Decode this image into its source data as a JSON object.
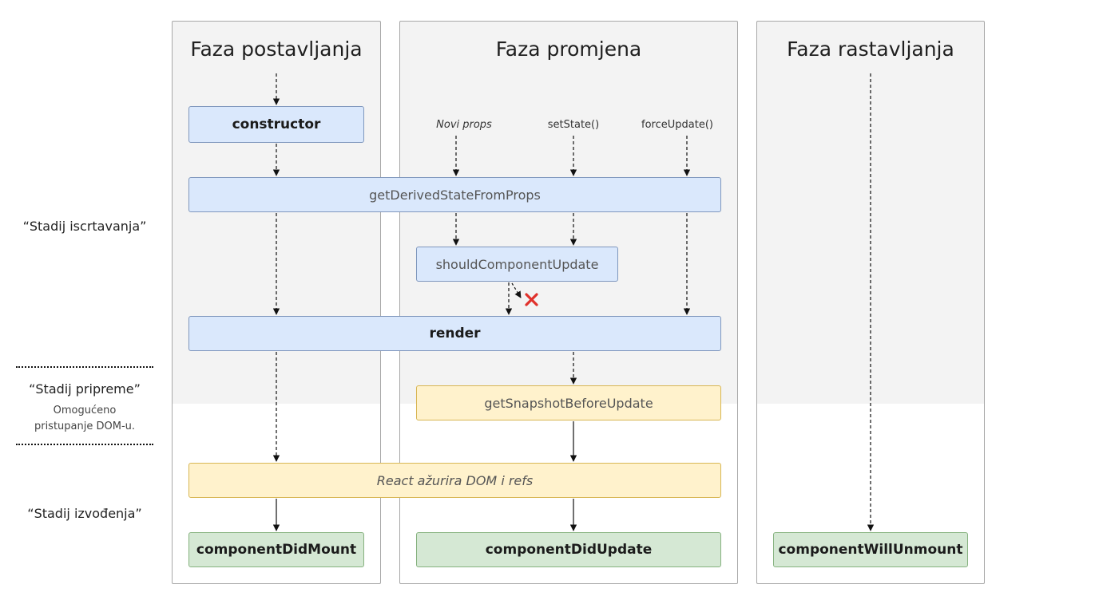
{
  "phases": {
    "mount_title": "Faza postavljanja",
    "update_title": "Faza promjena",
    "unmount_title": "Faza rastavljanja"
  },
  "triggers": {
    "new_props": "Novi props",
    "set_state": "setState()",
    "force_update": "forceUpdate()"
  },
  "methods": {
    "constructor": "constructor",
    "get_derived_state": "getDerivedStateFromProps",
    "should_component_update": "shouldComponentUpdate",
    "render": "render",
    "get_snapshot": "getSnapshotBeforeUpdate",
    "react_updates_dom": "React ažurira DOM i refs",
    "component_did_mount": "componentDidMount",
    "component_did_update": "componentDidUpdate",
    "component_will_unmount": "componentWillUnmount"
  },
  "stages": {
    "render_stage": "“Stadij iscrtavanja”",
    "pre_commit_stage": "“Stadij pripreme”",
    "pre_commit_note_line1": "Omogućeno",
    "pre_commit_note_line2": "pristupanje DOM-u.",
    "commit_stage": "“Stadij izvođenja”"
  },
  "colors": {
    "blue_fill": "#dae8fc",
    "yellow_fill": "#fff2cc",
    "green_fill": "#d5e8d4",
    "cancel_x": "#e0312b"
  },
  "icons": {
    "cancel": "red-x-icon"
  }
}
